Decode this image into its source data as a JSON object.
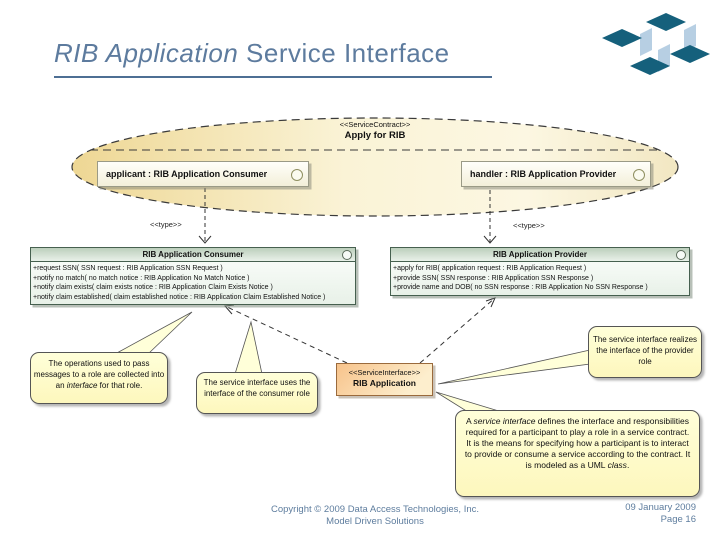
{
  "colors": {
    "title_blue": "#5d7b9e",
    "ellipse_gold": "#eed794",
    "class_header_green": "#bccfbc",
    "interface_orange": "#f7c38b",
    "callout_yellow": "#ffffd9",
    "logo_dark": "#15607c",
    "logo_light": "#b7cfe3"
  },
  "header": {
    "title_italic": "RIB Application",
    "title_rest": " Service Interface"
  },
  "collaboration": {
    "stereotype": "<<ServiceContract>>",
    "name": "Apply for RIB",
    "roles": [
      {
        "label": "applicant : RIB Application Consumer"
      },
      {
        "label": "handler : RIB Application Provider"
      }
    ],
    "type_label_left": "<<type>>",
    "type_label_right": "<<type>>"
  },
  "classes": [
    {
      "name": "RIB Application Consumer",
      "operations": [
        "+request SSN( SSN request : RIB Application SSN Request )",
        "+notify no match( no match notice : RIB Application No Match Notice )",
        "+notify claim exists( claim exists notice : RIB Application Claim Exists Notice )",
        "+notify claim established( claim established notice : RIB Application Claim Established Notice )"
      ]
    },
    {
      "name": "RIB Application Provider",
      "operations": [
        "+apply for RIB( application request : RIB Application Request )",
        "+provide SSN( SSN response : RIB Application SSN Response )",
        "+provide name and DOB( no SSN response : RIB Application No SSN Response )"
      ]
    }
  ],
  "service_interface": {
    "stereotype": "<<ServiceInterface>>",
    "name": "RIB Application"
  },
  "callouts": {
    "left": {
      "text1": "The operations used to pass messages to a role are collected into an ",
      "italic": "interface",
      "text2": " for that role."
    },
    "middle": {
      "text": "The service interface uses the interface of the consumer role"
    },
    "right": {
      "text": "The service interface realizes the interface of the provider role"
    },
    "bottom": {
      "text1": "A ",
      "italic1": "service interface",
      "text2": " defines the interface and responsibilities required for a participant to play a role in a service contract. It is the means for specifying how a participant is to interact to provide or consume a service according to the contract. It is modeled as a UML ",
      "italic2": "class",
      "text3": "."
    }
  },
  "footer": {
    "copyright_line1": "Copyright © 2009 Data Access Technologies, Inc.",
    "copyright_line2": "Model Driven Solutions",
    "date": "09 January 2009",
    "page": "Page 16"
  }
}
